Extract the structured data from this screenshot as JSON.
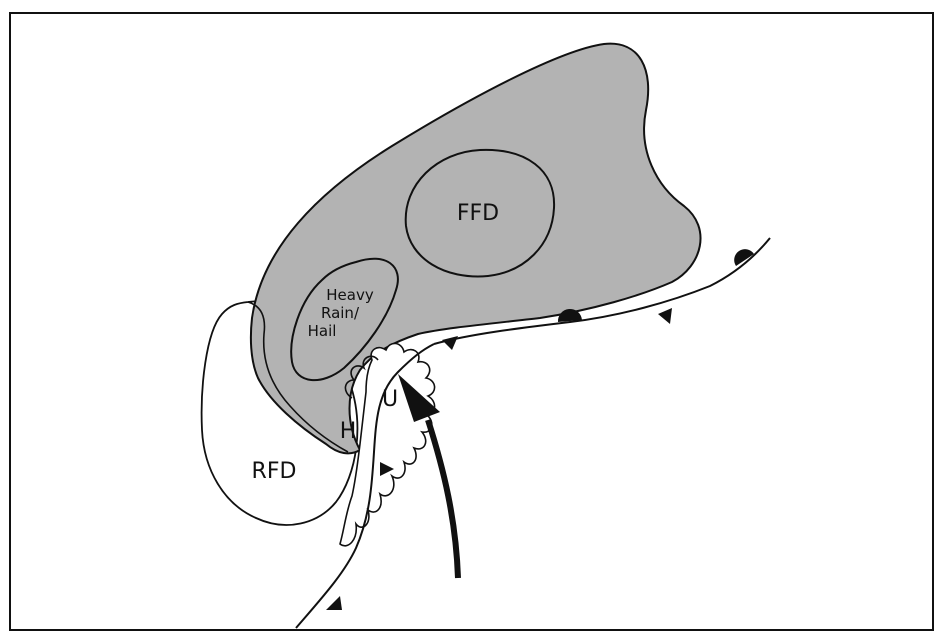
{
  "labels": {
    "ffd": "FFD",
    "heavy_rain_hail": [
      "Heavy",
      "Rain/",
      "Hail"
    ],
    "rfd": "RFD",
    "h": "H",
    "u": "U"
  },
  "colors": {
    "storm_fill": "#b3b3b3",
    "outline": "#111111",
    "background": "#ffffff"
  }
}
